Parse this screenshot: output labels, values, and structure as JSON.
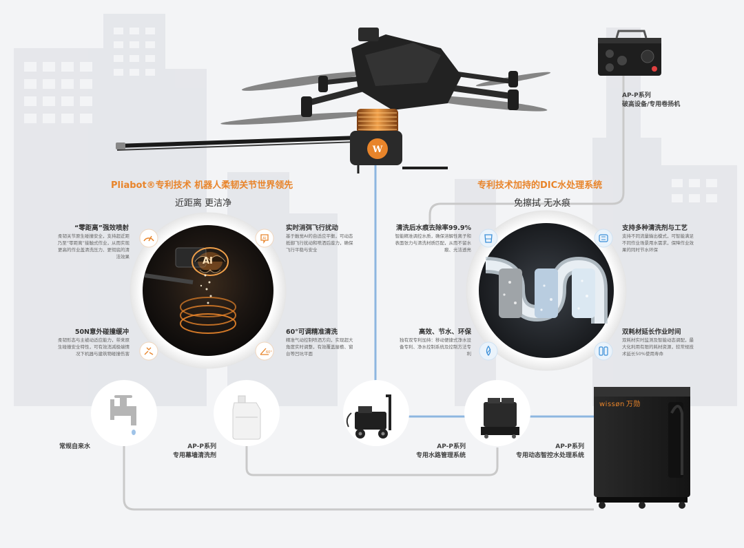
{
  "left_section": {
    "title": "Pliabot®专利技术 机器人柔韧关节世界领先",
    "subtitle": "近距离 更洁净",
    "features": [
      {
        "title": "“零距离”强效喷射",
        "desc": "柔韧关节原生碰撞安全，支持超近距乃至“零距离”接触式作业，从而实现更高的作业盖清洗压力、更彻底的清洁效果",
        "icon": "spray-gauge-icon"
      },
      {
        "title": "实时消弭飞行扰动",
        "desc": "基于触觉AI的自适应平衡，可动态抵御飞行扰动和喷洒后座力，确保飞行平稳与安全",
        "icon": "ai-balance-icon"
      },
      {
        "title": "50N意外碰撞缓冲",
        "desc": "柔韧形态与主被动适应能力，带来原生碰撞安全特性，可有效消减极端情况下机器与建筑物碰撞伤害",
        "icon": "collision-buffer-icon"
      },
      {
        "title": "60°可调精准清洗",
        "desc": "精准气动控制喷洒方向，实现超大角度实时调整，有效覆盖屋檐、窗台等凹坑平面",
        "icon": "angle-60-icon"
      }
    ]
  },
  "right_section": {
    "title": "专利技术加持的DIC水处理系统",
    "subtitle": "免擦拭 无水痕",
    "features": [
      {
        "title": "清洗后水痕去除率99.9%",
        "desc": "智能精准调控水质，确保溶解性离子和表面张力与清洗材质匹配，从而不留水痕、光洁透亮",
        "icon": "water-cup-icon"
      },
      {
        "title": "支持多种清洗剂与工艺",
        "desc": "支持不同流量输出模式，可智能满足不同作业场景用水需求，保障作业效果的同时节水环保",
        "icon": "switch-icon"
      },
      {
        "title": "高效、节水、环保",
        "desc": "独有双专利加持：移动便捷式净水设备专利、净水控制系统及控制方法专利",
        "icon": "leaf-drop-icon"
      },
      {
        "title": "双耗材延长作业时间",
        "desc": "双耗材实时监测及智能动态调配，最大化利用有限的耗材资源，较常规技术延长50%使用寿命",
        "icon": "dual-filter-icon"
      }
    ]
  },
  "captions": {
    "winch": [
      "AP-P系列",
      "破高设备/专用卷扬机"
    ],
    "tap": "常规自来水",
    "detergent": [
      "AP-P系列",
      "专用幕墙清洗剂"
    ],
    "pump": [
      "AP-P系列",
      "专用水路管理系统"
    ],
    "water_system": [
      "AP-P系列",
      "专用动态智控水处理系统"
    ]
  },
  "logos": {
    "cabinet_brand": "wissøn",
    "cabinet_brand_cn": "万勋",
    "ai_chip": "AI"
  },
  "colors": {
    "accent": "#e8842a",
    "pipe_blue": "#8db6e0",
    "pipe_gray": "#c9c9c9",
    "icon_blue": "#3a8fd8"
  }
}
